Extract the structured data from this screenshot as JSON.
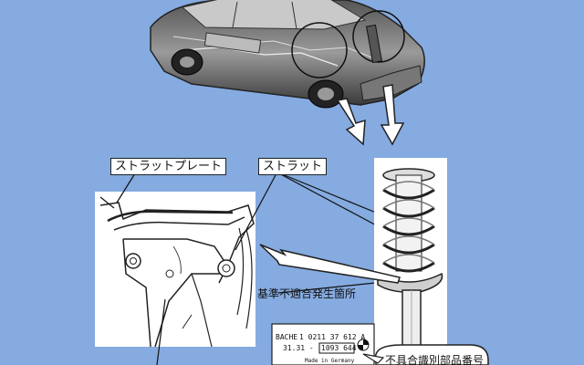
{
  "labels": {
    "strut_plate": "ストラットプレート",
    "strut": "ストラット",
    "defect_location": "基準不適合発生箇所",
    "part_number_label": "不具合識別部品番号"
  },
  "nameplate": {
    "maker": "BACHE",
    "line1": "1 0211 37 612 A",
    "line2_prefix": "31.31 -",
    "line2_boxed": "1093 644",
    "origin": "Made in Germany"
  },
  "colors": {
    "background": "#85abe0",
    "panel": "#ffffff",
    "ink": "#111111"
  }
}
